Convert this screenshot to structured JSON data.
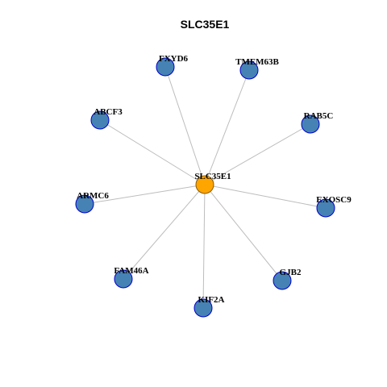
{
  "title": "SLC35E1",
  "colors": {
    "center_fill": "#FFA500",
    "center_stroke": "#8B5A00",
    "leaf_fill": "#4682B4",
    "leaf_stroke": "#0000CD",
    "edge": "#BDBDBD"
  },
  "network": {
    "center": "SLC35E1",
    "neighbors": [
      "FXYD6",
      "TMEM63B",
      "RAB5C",
      "EXOSC9",
      "GJB2",
      "KIF2A",
      "FAM46A",
      "ARMC6",
      "ABCF3"
    ]
  }
}
